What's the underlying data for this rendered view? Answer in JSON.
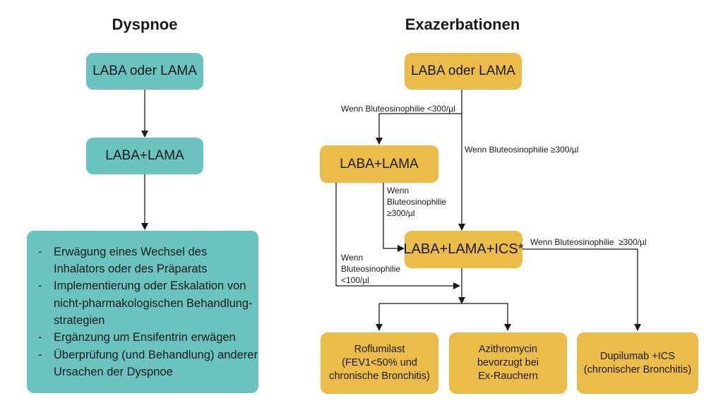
{
  "titles": {
    "dyspnoe": "Dyspnoe",
    "exazerbationen": "Exazerbationen"
  },
  "dyspnoe": {
    "box1": "LABA oder LAMA",
    "box2": "LABA+LAMA",
    "steps": [
      "Erwägung eines Wechsel des Inhalators oder des Präparats",
      "Implementierung oder Eskalation von nicht-pharmakologischen Behandlung-strategien",
      "Ergänzung um Ensifentrin erwägen",
      "Überprüfung (und Behandlung) anderer Ursachen der Dyspnoe"
    ]
  },
  "exazerbationen": {
    "box_start": "LABA oder LAMA",
    "box_laba_lama": "LABA+LAMA",
    "box_ics": "LABA+LAMA+ICS*",
    "box_roflumilast": [
      "Roflumilast",
      "(FEV1<50% und",
      "chronische Bronchitis)"
    ],
    "box_azithromycin": [
      "Azithromycin",
      "bevorzugt bei",
      "Ex-Rauchern"
    ],
    "box_dupilumab": [
      "Dupilumab +ICS",
      "(chronischer Bronchitis)"
    ],
    "edge_labels": {
      "lt300": "Wenn Bluteosinophilie <300/µl",
      "ge300_direct": "Wenn Bluteosinophilie ≥300/µl",
      "ge300_from_laba_lama": [
        "Wenn",
        "Bluteosinophilie",
        "≥300/µl"
      ],
      "lt100": [
        "Wenn",
        "Bluteosinophilie",
        "<100/µl"
      ],
      "ge300_dupilumab": "Wenn Bluteosinophilie  ≥300/µl"
    }
  },
  "colors": {
    "dyspnoe_box": "#6bc3c0",
    "exazerbation_box": "#ebbd48",
    "connector": "#1a1a1a"
  }
}
